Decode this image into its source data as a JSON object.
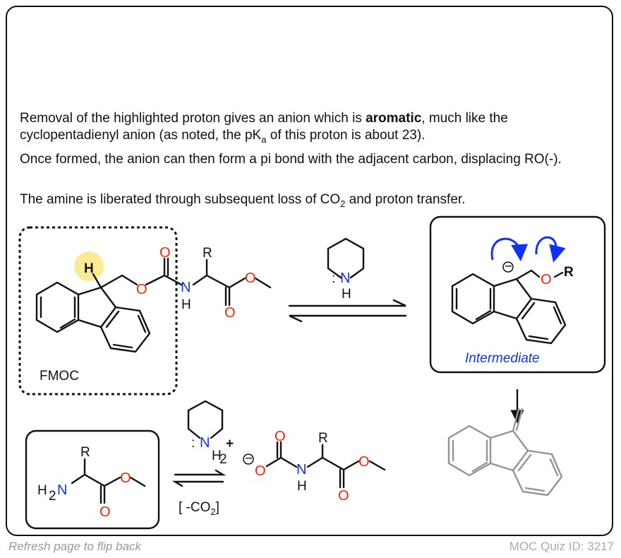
{
  "explanation": {
    "line1_pre": "Removal of the highlighted proton gives an anion which is ",
    "line1_bold": "aromatic",
    "line1_post": ", much like the cyclopentadienyl anion (as noted, the pK",
    "line1_sub": "a",
    "line1_end": " of this proton is about 23).",
    "line2": "Once formed, the anion can then form a pi bond with the adjacent carbon, displacing RO(-).",
    "line3_pre": "The amine is liberated through subsequent loss of CO",
    "line3_sub": "2",
    "line3_post": " and proton transfer."
  },
  "diagram": {
    "fmoc_label": "FMOC",
    "intermediate_label": "Intermediate",
    "atoms": {
      "H": "H",
      "O": "O",
      "N": "N",
      "R": "R",
      "H2": "H",
      "sub2": "2",
      "minus": "−",
      "plus": "+",
      "colon": ":"
    },
    "h2n_label": "H",
    "co2_loss_pre": "[ -CO",
    "co2_loss_sub": "2",
    "co2_loss_post": "]",
    "colors": {
      "oxygen": "#ff2200",
      "nitrogen": "#1030ff",
      "arrow": "#1030ff",
      "highlight": "#fbe98a",
      "product": "#999999"
    }
  },
  "footer": {
    "hint": "Refresh page to flip back",
    "quiz_id": "MOC Quiz ID: 3217"
  }
}
